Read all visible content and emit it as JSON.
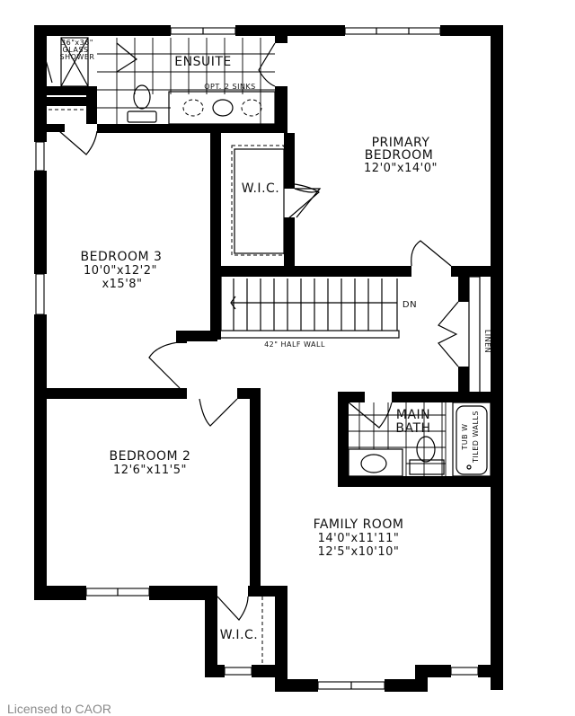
{
  "floor_plan": {
    "rooms": {
      "ensuite": {
        "name": "ENSUITE",
        "note": "OPT. 2 SINKS"
      },
      "shower": {
        "line1": "36\"x36\"",
        "line2": "GLASS",
        "line3": "SHOWER"
      },
      "primary_bedroom": {
        "name_line1": "PRIMARY",
        "name_line2": "BEDROOM",
        "dimensions": "12'0\"x14'0\""
      },
      "wic_primary": {
        "name": "W.I.C."
      },
      "bedroom_3": {
        "name": "BEDROOM 3",
        "dimensions_line1": "10'0\"x12'2\"",
        "dimensions_line2": "x15'8\""
      },
      "stairs": {
        "direction": "DN",
        "half_wall": "42\" HALF WALL"
      },
      "linen": {
        "name": "LINEN"
      },
      "main_bath": {
        "name_line1": "MAIN",
        "name_line2": "BATH",
        "tub_line1": "TUB W",
        "tub_line2": "TILED WALLS"
      },
      "bedroom_2": {
        "name": "BEDROOM 2",
        "dimensions": "12'6\"x11'5\""
      },
      "wic_bedroom_2": {
        "name": "W.I.C."
      },
      "family_room": {
        "name": "FAMILY ROOM",
        "dimensions_line1": "14'0\"x11'11\"",
        "dimensions_line2": "12'5\"x10'10\""
      }
    }
  },
  "footer": {
    "watermark": "Licensed to CAOR"
  }
}
